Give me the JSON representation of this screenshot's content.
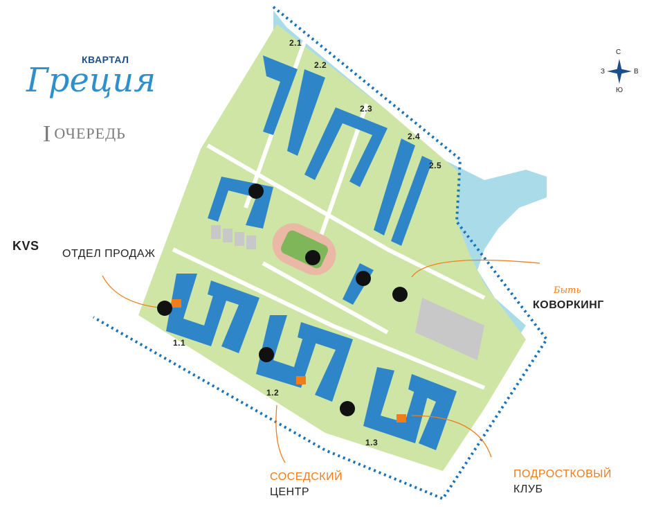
{
  "brand": {
    "top_line": "КВАРТАЛ",
    "name": "Греция"
  },
  "phase": {
    "roman": "I",
    "text": "ОЧЕРЕДЬ"
  },
  "compass": {
    "north": "С",
    "south": "Ю",
    "west": "З",
    "east": "В"
  },
  "sales_office": {
    "logo_text": "KVS",
    "label": "ОТДЕЛ ПРОДАЖ"
  },
  "coworking": {
    "script": "Быть",
    "label": "КОВОРКИНГ"
  },
  "neighbor_center": {
    "line1": "СОСЕДСКИЙ",
    "line2": "ЦЕНТР"
  },
  "teen_club": {
    "line1": "ПОДРОСТКОВЫЙ",
    "line2": "КЛУБ"
  },
  "buildings": [
    "2.1",
    "2.2",
    "2.3",
    "2.4",
    "2.5",
    "1.1",
    "1.2",
    "1.3"
  ],
  "colors": {
    "building": "#2e86c8",
    "green": "#cfe5a6",
    "water": "#a9dbe8",
    "orange": "#ef7d1a",
    "boundary": "#1a73b8"
  }
}
